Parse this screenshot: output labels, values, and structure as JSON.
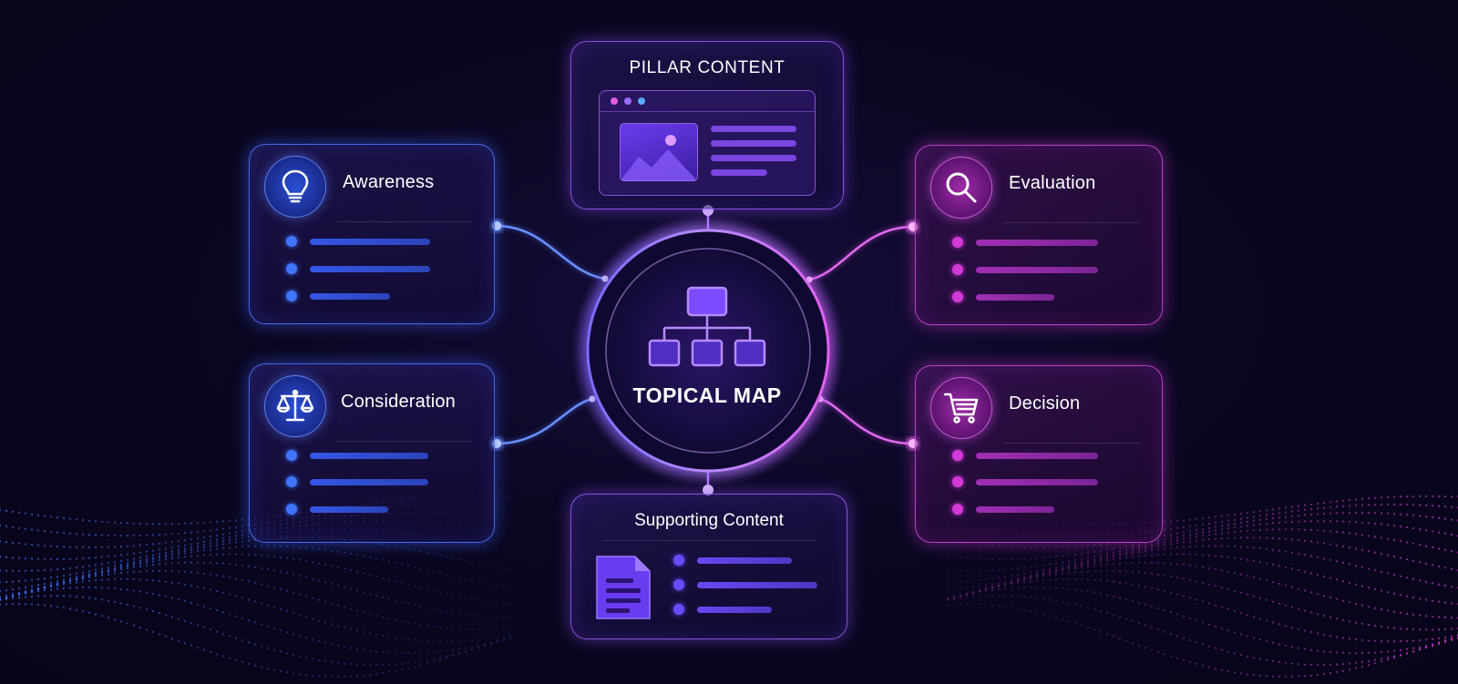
{
  "diagram": {
    "center": {
      "label": "TOPICAL MAP",
      "icon": "hierarchy-icon"
    },
    "pillar": {
      "label": "PILLAR CONTENT",
      "icon": "browser-window-icon"
    },
    "supporting": {
      "label": "Supporting Content",
      "icon": "document-icon"
    },
    "stages": [
      {
        "label": "Awareness",
        "icon": "lightbulb-icon",
        "color": "#3f74ff"
      },
      {
        "label": "Consideration",
        "icon": "scales-icon",
        "color": "#3f74ff"
      },
      {
        "label": "Evaluation",
        "icon": "magnifier-icon",
        "color": "#d23ad8"
      },
      {
        "label": "Decision",
        "icon": "shopping-cart-icon",
        "color": "#d23ad8"
      }
    ]
  },
  "colors": {
    "background": "#0b0722",
    "blue_accent": "#3f74ff",
    "pink_accent": "#d23ad8",
    "violet_accent": "#8a55ff"
  }
}
